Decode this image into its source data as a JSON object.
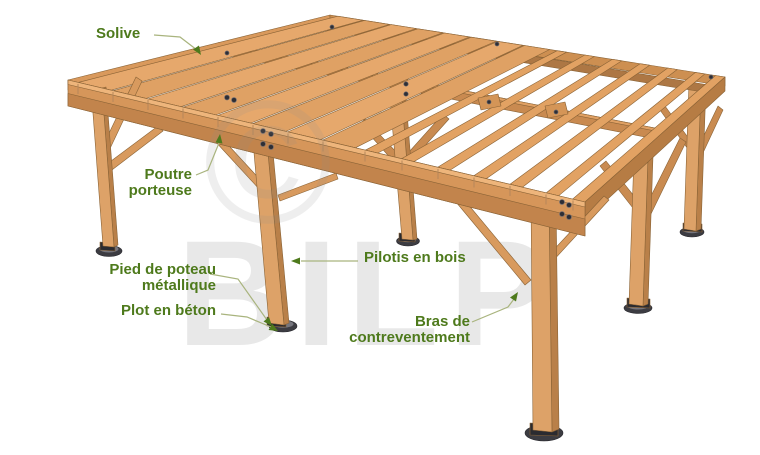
{
  "labels": {
    "solive": "Solive",
    "poutre_porteuse": "Poutre porteuse",
    "pied_de_poteau_metallique": "Pied de poteau métallique",
    "plot_en_beton": "Plot en béton",
    "pilotis_en_bois": "Pilotis en bois",
    "bras_de_contreventement": "Bras de contreventement"
  },
  "watermark": {
    "brand": "BILP",
    "copyright_symbol": "©"
  },
  "colors": {
    "label_green": "#4e7a1c",
    "leader_line": "#a9b47e",
    "wood_light": "#e8ab6e",
    "wood_medium": "#d6965a",
    "wood_dark": "#b67c44",
    "footing_gray": "#3c3c42",
    "watermark_gray": "#e8e8e8",
    "background": "#ffffff"
  }
}
